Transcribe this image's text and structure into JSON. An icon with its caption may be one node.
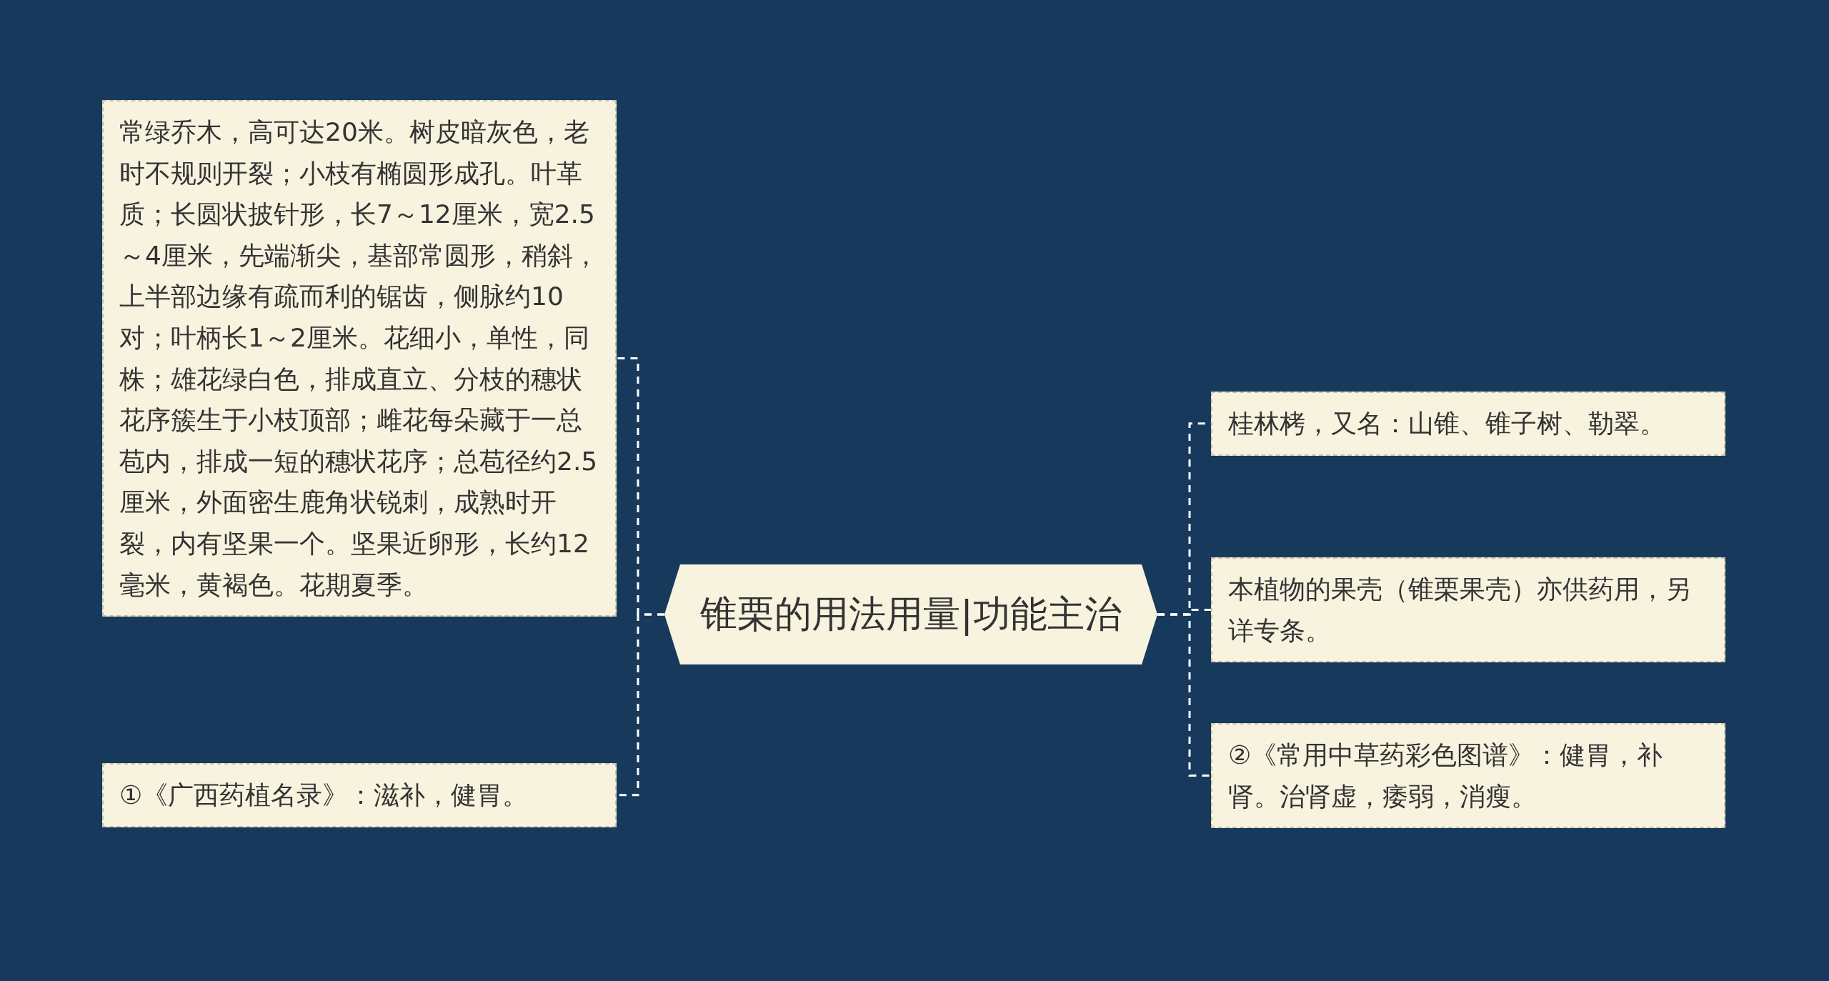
{
  "diagram": {
    "nodes": [
      {
        "text": [
          "锥栗的用法用量|功能主治"
        ]
      },
      {
        "text": [
          "常绿乔木，高可达20米。树皮暗灰色，老时不规则开裂；小枝有椭圆形成孔。叶革质；长圆状披针形，长7～12厘米，宽2.5～4厘米，先端渐尖，基部常圆形，稍斜，上半部边缘有疏而利的锯齿，侧脉约10对；叶柄长1～2厘米。花细小，单性，同株；雄花绿白色，排成直立、分枝的穗状花序簇生于小枝顶部；雌花每朵藏于一总苞内，排成一短的穗状花序；总苞径约2.5厘米，外面密生鹿角状锐刺，成熟时开裂，内有坚果一个。坚果近卵形，长约12毫米，黄褐色。花期夏季。"
        ]
      },
      {
        "text": [
          "①《广西药植名录》：滋补，健胃。"
        ]
      },
      {
        "text": [
          "桂林栲，又名：山锥、锥子树、勒翠。"
        ]
      },
      {
        "text": [
          "本植物的果壳（锥栗果壳）亦供药用，另详专条。"
        ]
      },
      {
        "text": [
          "②《常用中草药彩色图谱》：健胃，补肾。治肾虚，痿弱，消瘦。"
        ]
      }
    ],
    "edges": [
      {
        "from": 0,
        "to": 1,
        "arrow": "none",
        "style": "dashed"
      },
      {
        "from": 0,
        "to": 2,
        "arrow": "none",
        "style": "dashed"
      },
      {
        "from": 0,
        "to": 3,
        "arrow": "none",
        "style": "dashed"
      },
      {
        "from": 0,
        "to": 4,
        "arrow": "none",
        "style": "dashed"
      },
      {
        "from": 0,
        "to": 5,
        "arrow": "none",
        "style": "dashed"
      }
    ]
  }
}
